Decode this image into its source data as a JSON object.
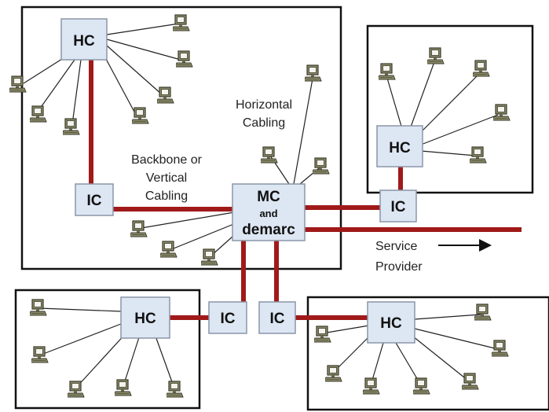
{
  "colors": {
    "backbone": "#a01a1a",
    "box_fill": "#dde6f3",
    "box_stroke": "#8a96a8",
    "frame": "#111111",
    "computer_fill": "#8c8c6a",
    "computer_dark": "#3a3a2a",
    "cable": "#222222"
  },
  "nodes": {
    "hc_top_left": "HC",
    "hc_top_right": "HC",
    "hc_bottom_left": "HC",
    "hc_bottom_right": "HC",
    "ic_left": "IC",
    "ic_right": "IC",
    "ic_bottom_left": "IC",
    "ic_bottom_right": "IC",
    "mc_line1": "MC",
    "mc_line2": "and",
    "mc_line3": "demarc"
  },
  "labels": {
    "horizontal_line1": "Horizontal",
    "horizontal_line2": "Cabling",
    "backbone_line1": "Backbone or",
    "backbone_line2": "Vertical",
    "backbone_line3": "Cabling",
    "service_line1": "Service",
    "service_line2": "Provider"
  },
  "icons": {
    "computer": "computer-icon",
    "arrow": "arrow-right-icon"
  }
}
